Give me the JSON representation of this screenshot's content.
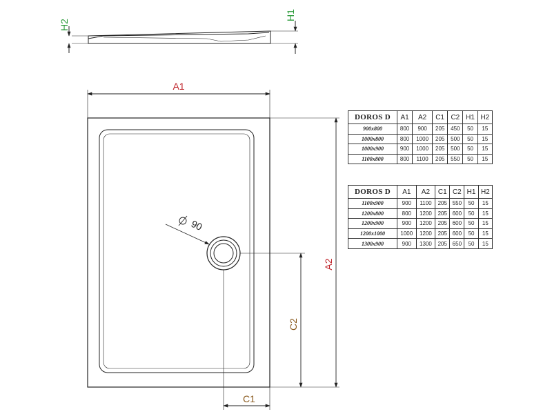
{
  "colors": {
    "a_dimension": "#c0262c",
    "c_dimension": "#8a5a1e",
    "h_dimension": "#2a9a3a",
    "line": "#222222"
  },
  "labels": {
    "H1": "H1",
    "H2": "H2",
    "A1": "A1",
    "A2": "A2",
    "C1": "C1",
    "C2": "C2",
    "drain_diameter": "90"
  },
  "tables": [
    {
      "model": "DOROS D",
      "headers": [
        "A1",
        "A2",
        "C1",
        "C2",
        "H1",
        "H2"
      ],
      "rows": [
        [
          "900x800",
          "800",
          "900",
          "205",
          "450",
          "50",
          "15"
        ],
        [
          "1000x800",
          "800",
          "1000",
          "205",
          "500",
          "50",
          "15"
        ],
        [
          "1000x900",
          "900",
          "1000",
          "205",
          "500",
          "50",
          "15"
        ],
        [
          "1100x800",
          "800",
          "1100",
          "205",
          "550",
          "50",
          "15"
        ]
      ]
    },
    {
      "model": "DOROS D",
      "headers": [
        "A1",
        "A2",
        "C1",
        "C2",
        "H1",
        "H2"
      ],
      "rows": [
        [
          "1100x900",
          "900",
          "1100",
          "205",
          "550",
          "50",
          "15"
        ],
        [
          "1200x800",
          "800",
          "1200",
          "205",
          "600",
          "50",
          "15"
        ],
        [
          "1200x900",
          "900",
          "1200",
          "205",
          "600",
          "50",
          "15"
        ],
        [
          "1200x1000",
          "1000",
          "1200",
          "205",
          "600",
          "50",
          "15"
        ],
        [
          "1300x900",
          "900",
          "1300",
          "205",
          "650",
          "50",
          "15"
        ]
      ]
    }
  ]
}
